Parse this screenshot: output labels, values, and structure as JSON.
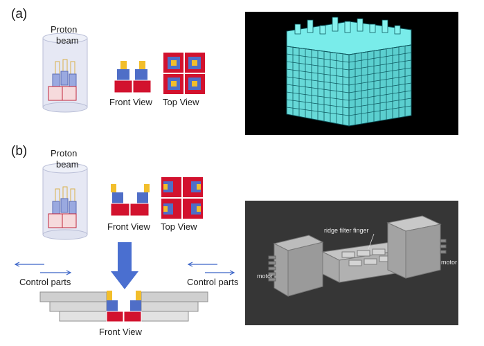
{
  "panel_a": {
    "letter": "(a)",
    "beam_label_1": "Proton",
    "beam_label_2": "beam",
    "front_view": "Front View",
    "top_view": "Top View"
  },
  "panel_b": {
    "letter": "(b)",
    "beam_label_1": "Proton",
    "beam_label_2": "beam",
    "front_view": "Front View",
    "top_view": "Top View",
    "control_left": "Control parts",
    "control_right": "Control parts",
    "bottom_front_view": "Front View",
    "render_label_finger": "ridge filter finger",
    "render_label_motor_left": "motor",
    "render_label_motor_right": "motor"
  },
  "colors": {
    "red": "#d2122e",
    "blue": "#4f6ec7",
    "yellow": "#f2be2b",
    "cyan": "#6fe9e6",
    "gray_plate": "#cfcfcf",
    "render_bg_dark": "#000000",
    "render_bg_gray": "#3a3a3a",
    "arrow_blue": "#4a6fd0"
  }
}
